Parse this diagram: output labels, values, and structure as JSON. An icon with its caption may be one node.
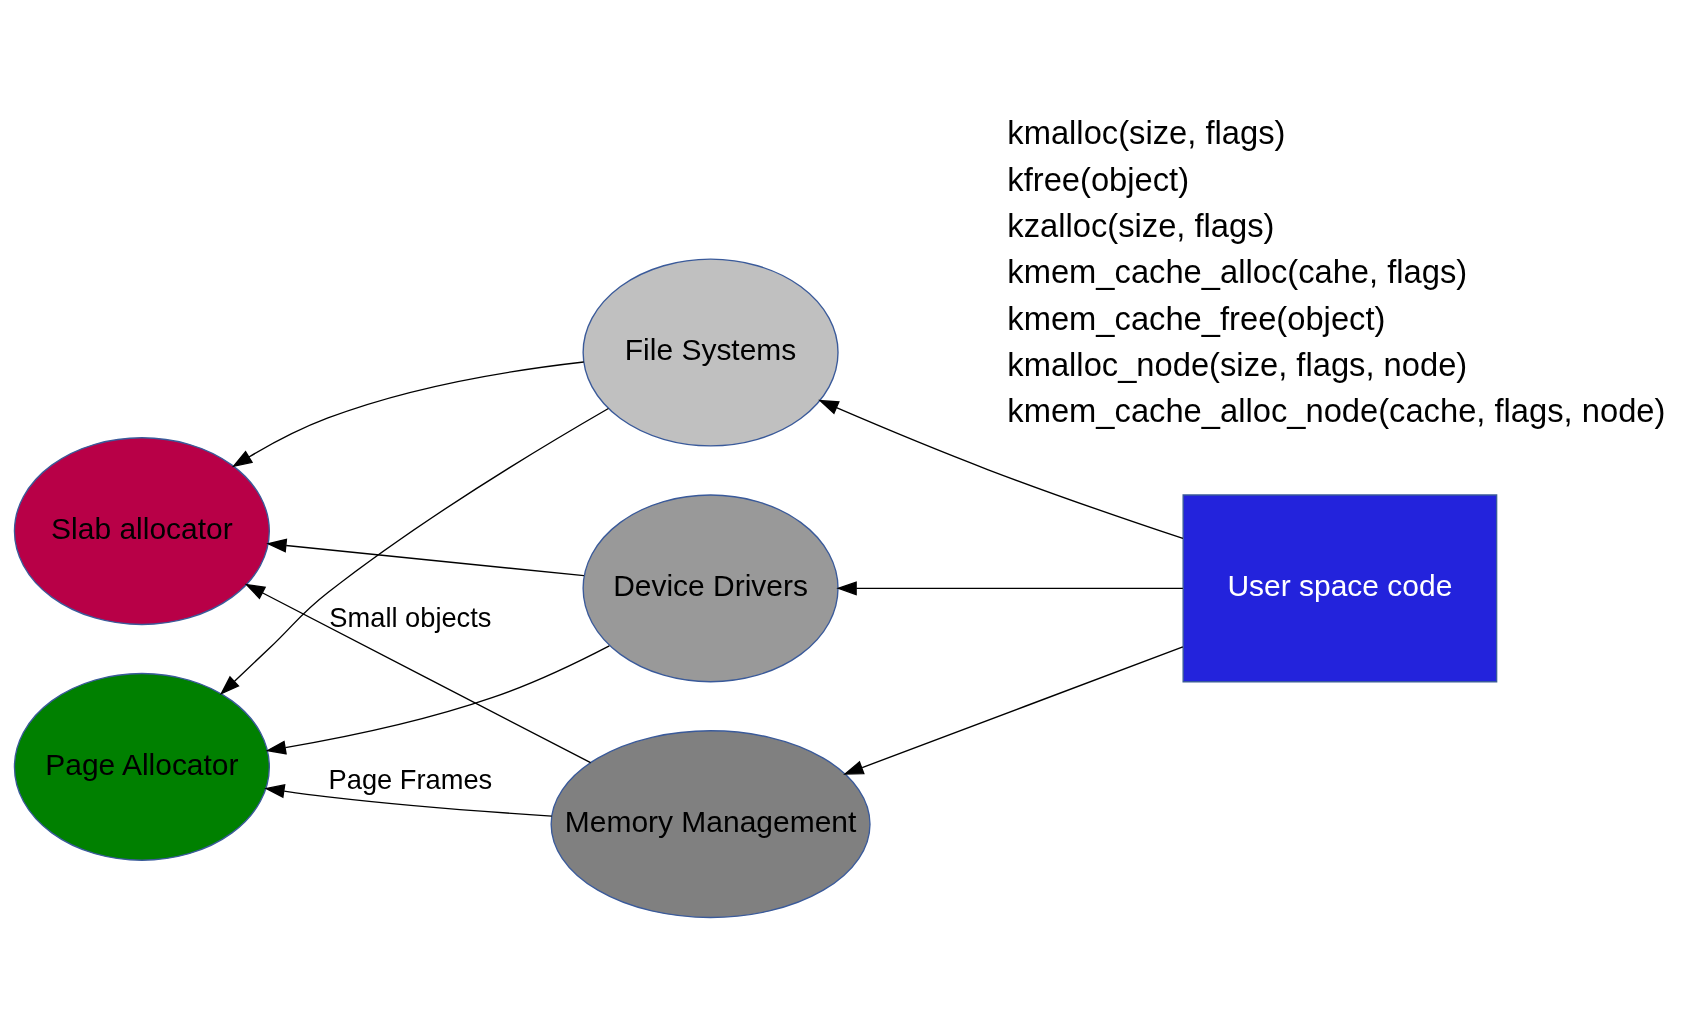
{
  "diagram": {
    "nodes": [
      {
        "text": [
          "Page Allocator"
        ]
      },
      {
        "text": [
          "Slab allocator"
        ]
      },
      {
        "text": [
          "Device Drivers"
        ]
      },
      {
        "text": [
          "File Systems"
        ]
      },
      {
        "text": [
          "Memory Management"
        ]
      },
      {
        "text": [
          "User space code"
        ]
      }
    ],
    "edges": [
      {
        "from": 2,
        "to": 0,
        "arrow": "to"
      },
      {
        "from": 2,
        "to": 1,
        "arrow": "to"
      },
      {
        "from": 3,
        "to": 0,
        "arrow": "to"
      },
      {
        "from": 3,
        "to": 1,
        "arrow": "to"
      },
      {
        "from": 4,
        "to": 0,
        "arrow": "to",
        "label": "Page Frames"
      },
      {
        "from": 4,
        "to": 1,
        "arrow": "to",
        "label": "Small objects"
      },
      {
        "from": 5,
        "to": 2,
        "arrow": "to"
      },
      {
        "from": 5,
        "to": 3,
        "arrow": "to"
      },
      {
        "from": 5,
        "to": 4,
        "arrow": "to"
      }
    ],
    "labels": [
      "kmalloc(size, flags)",
      "kfree(object)",
      "kzalloc(size, flags)",
      "kmem_cache_alloc(cahe, flags)",
      "kmem_cache_free(object)",
      "kmalloc_node(size, flags, node)",
      "kmem_cache_alloc_node(cache, flags, node)"
    ]
  }
}
